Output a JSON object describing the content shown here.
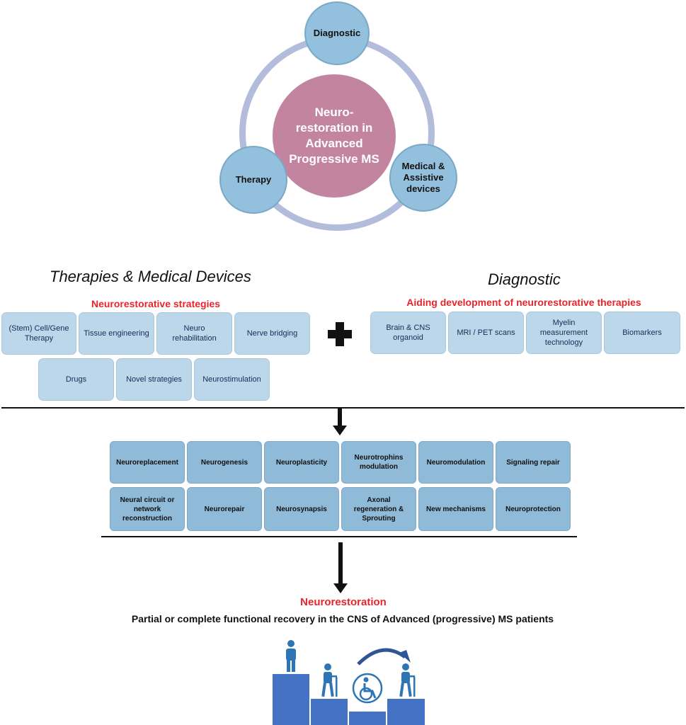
{
  "hub": {
    "center": "Neuro-restoration in Advanced Progressive MS",
    "diagnostic": "Diagnostic",
    "therapy": "Therapy",
    "devices": "Medical & Assistive devices"
  },
  "left": {
    "heading": "Therapies & Medical Devices",
    "subheading": "Neurorestorative strategies",
    "items": [
      "(Stem) Cell/Gene Therapy",
      "Tissue engineering",
      "Neuro rehabilitation",
      "Nerve bridging",
      "Drugs",
      "Novel strategies",
      "Neurostimulation"
    ]
  },
  "right": {
    "heading": "Diagnostic",
    "subheading": "Aiding development of neurorestorative therapies",
    "items": [
      "Brain & CNS organoid",
      "MRI / PET scans",
      "Myelin measurement technology",
      "Biomarkers"
    ]
  },
  "mechanisms": {
    "row1": [
      "Neuroreplacement",
      "Neurogenesis",
      "Neuroplasticity",
      "Neurotrophins modulation",
      "Neuromodulation",
      "Signaling repair"
    ],
    "row2": [
      "Neural circuit or network reconstruction",
      "Neurorepair",
      "Neurosynapsis",
      "Axonal regeneration & Sprouting",
      "New mechanisms",
      "Neuroprotection"
    ]
  },
  "outcome": {
    "title": "Neurorestoration",
    "text": "Partial or complete functional recovery in the CNS of Advanced (progressive) MS patients"
  },
  "colors": {
    "accent_red": "#e8242a",
    "center_pink": "#c3849f",
    "satellite_blue": "#93c0dc",
    "ring": "#b4bcdc",
    "step_blue": "#4472c4"
  },
  "icons": [
    "plus-icon",
    "standing-person-icon",
    "cane-person-icon",
    "wheelchair-icon",
    "curved-arrow-icon"
  ]
}
